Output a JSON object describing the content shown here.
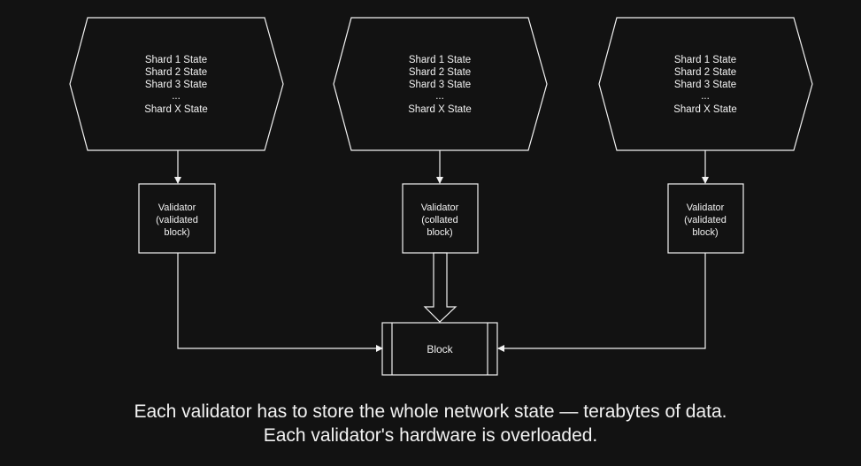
{
  "state_nodes": [
    {
      "lines": [
        "Shard 1 State",
        "Shard 2 State",
        "Shard 3 State",
        "...",
        "Shard X State"
      ]
    },
    {
      "lines": [
        "Shard 1 State",
        "Shard 2 State",
        "Shard 3 State",
        "...",
        "Shard X State"
      ]
    },
    {
      "lines": [
        "Shard 1 State",
        "Shard 2 State",
        "Shard 3 State",
        "...",
        "Shard X State"
      ]
    }
  ],
  "validators": [
    {
      "lines": [
        "Validator",
        "(validated",
        "block)"
      ]
    },
    {
      "lines": [
        "Validator",
        "(collated",
        "block)"
      ]
    },
    {
      "lines": [
        "Validator",
        "(validated",
        "block)"
      ]
    }
  ],
  "block": {
    "label": "Block"
  },
  "caption": {
    "line1": "Each validator has to store the whole network state — terabytes of data.",
    "line2": "Each validator's hardware is overloaded."
  },
  "colors": {
    "background": "#121212",
    "stroke": "#f2f2f2",
    "text": "#f2f2f2"
  }
}
